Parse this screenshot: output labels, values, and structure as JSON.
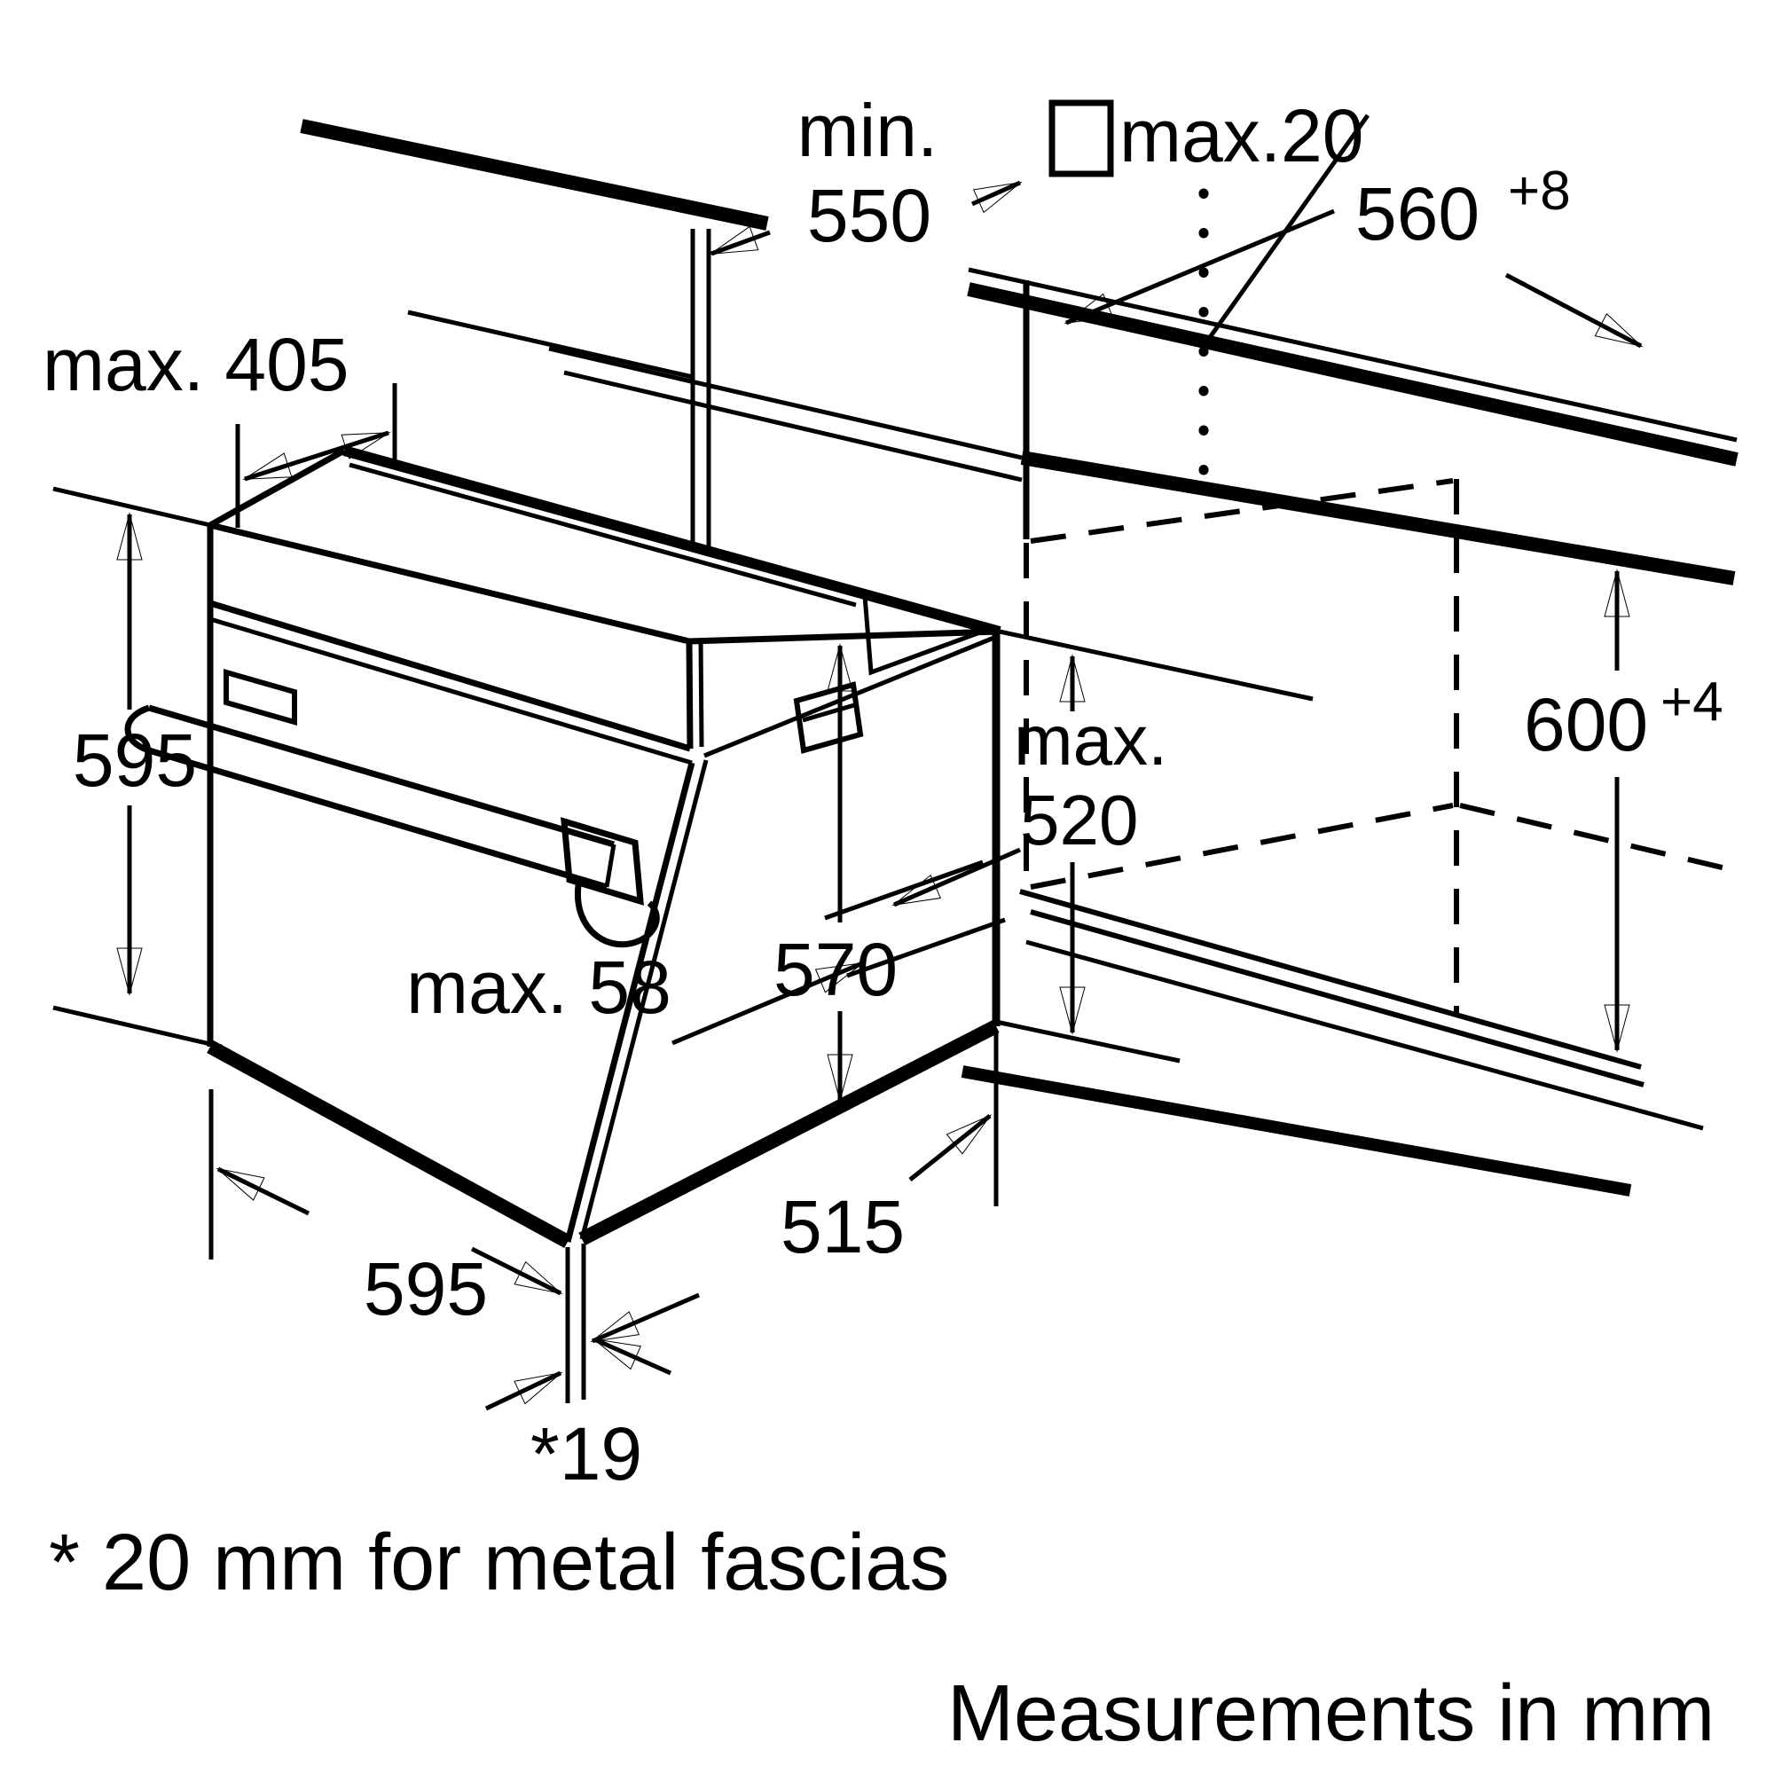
{
  "figure": {
    "kind": "appliance installation drawing",
    "subject": "built-in oven niche dimensions",
    "line_color": "#000000",
    "background_color": "#ffffff"
  },
  "labels": {
    "min_label": "min.",
    "v550": "550",
    "square_symbol": "",
    "max20": "max.20",
    "v560": "560",
    "sup8": "+8",
    "max405": "max. 405",
    "v595_left": "595",
    "max520_line1": "max.",
    "max520_line2": "520",
    "v600": "600",
    "sup4": "+4",
    "v570": "570",
    "max58": "max. 58",
    "v595_bottom": "595",
    "v515": "515",
    "v19": "*19",
    "footnote": "* 20 mm for metal fascias",
    "units": "Measurements in mm"
  },
  "dimensions_mm": {
    "worktop_depth_min": 550,
    "fascia_clearance_max": 20,
    "niche_width": "560 +8",
    "door_swing_max": 405,
    "oven_front_height": 595,
    "oven_front_width": 595,
    "oven_body_depth": 515,
    "oven_body_height": 570,
    "handle_projection_max": 58,
    "niche_usable_depth_max": 520,
    "niche_height": "600 +4",
    "fascia_overlap": "*19"
  }
}
